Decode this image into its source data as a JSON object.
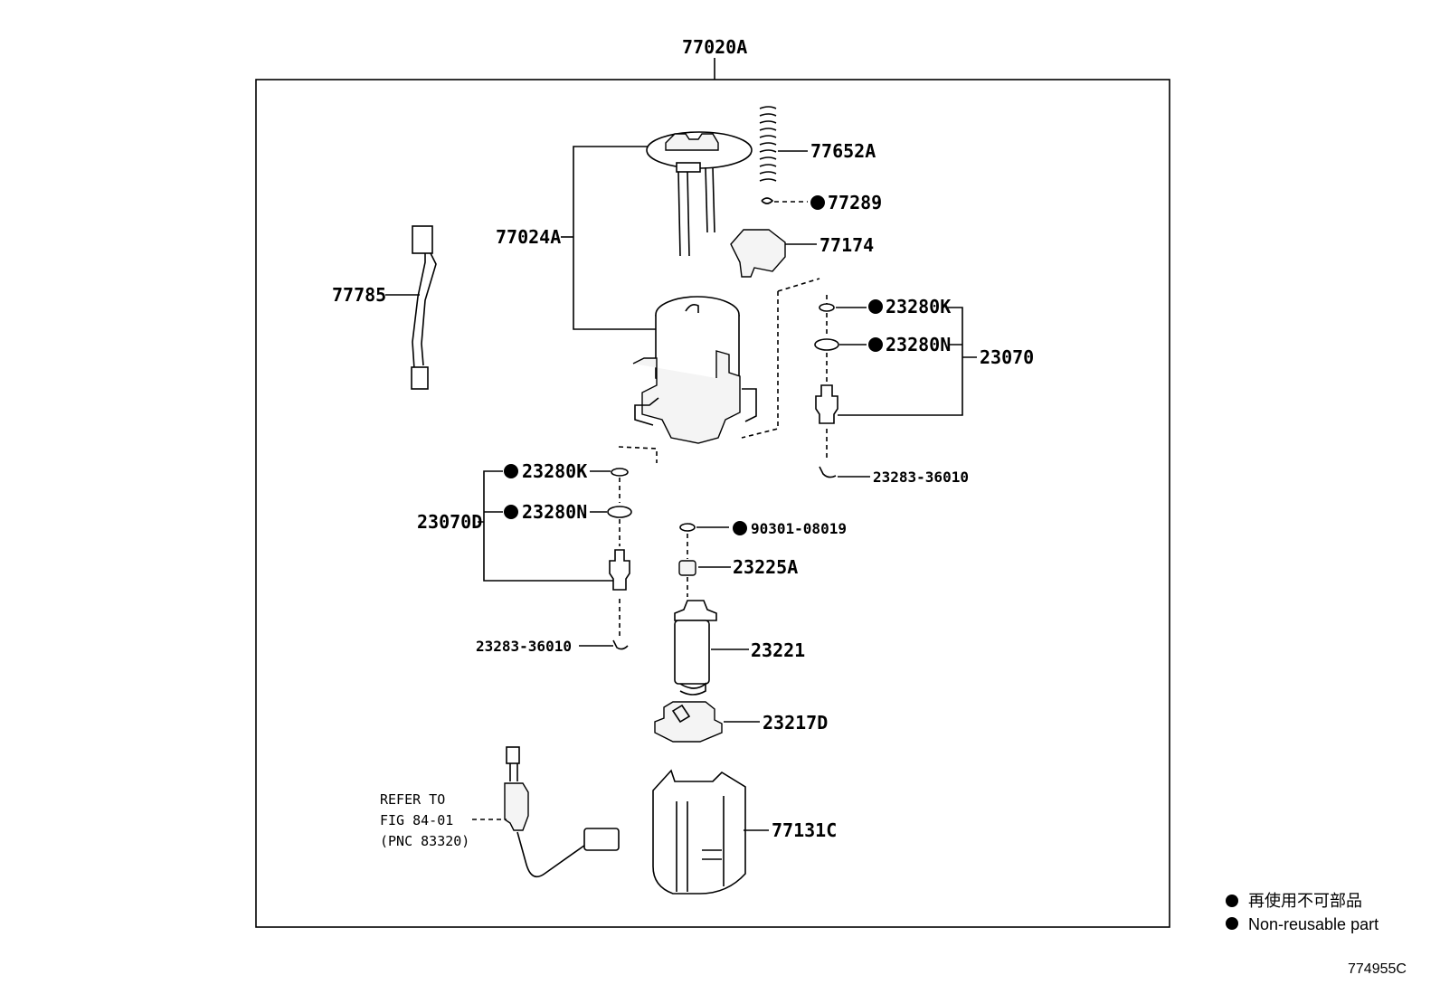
{
  "assembly": {
    "main_label": "77020A"
  },
  "parts": {
    "p77652A": "77652A",
    "p77289": "77289",
    "p77024A": "77024A",
    "p77174": "77174",
    "p77785": "77785",
    "p23280K_r": "23280K",
    "p23280N_r": "23280N",
    "p23070": "23070",
    "p23283_r": "23283-36010",
    "p23280K_l": "23280K",
    "p23280N_l": "23280N",
    "p23070D": "23070D",
    "p90301": "90301-08019",
    "p23225A": "23225A",
    "p23283_l": "23283-36010",
    "p23221": "23221",
    "p23217D": "23217D",
    "p77131C": "77131C"
  },
  "reference": {
    "line1": "REFER TO",
    "line2": "FIG 84-01",
    "line3": "(PNC 83320)"
  },
  "legend": {
    "jp": "再使用不可部品",
    "en": "Non-reusable part"
  },
  "figure_number": "774955C"
}
